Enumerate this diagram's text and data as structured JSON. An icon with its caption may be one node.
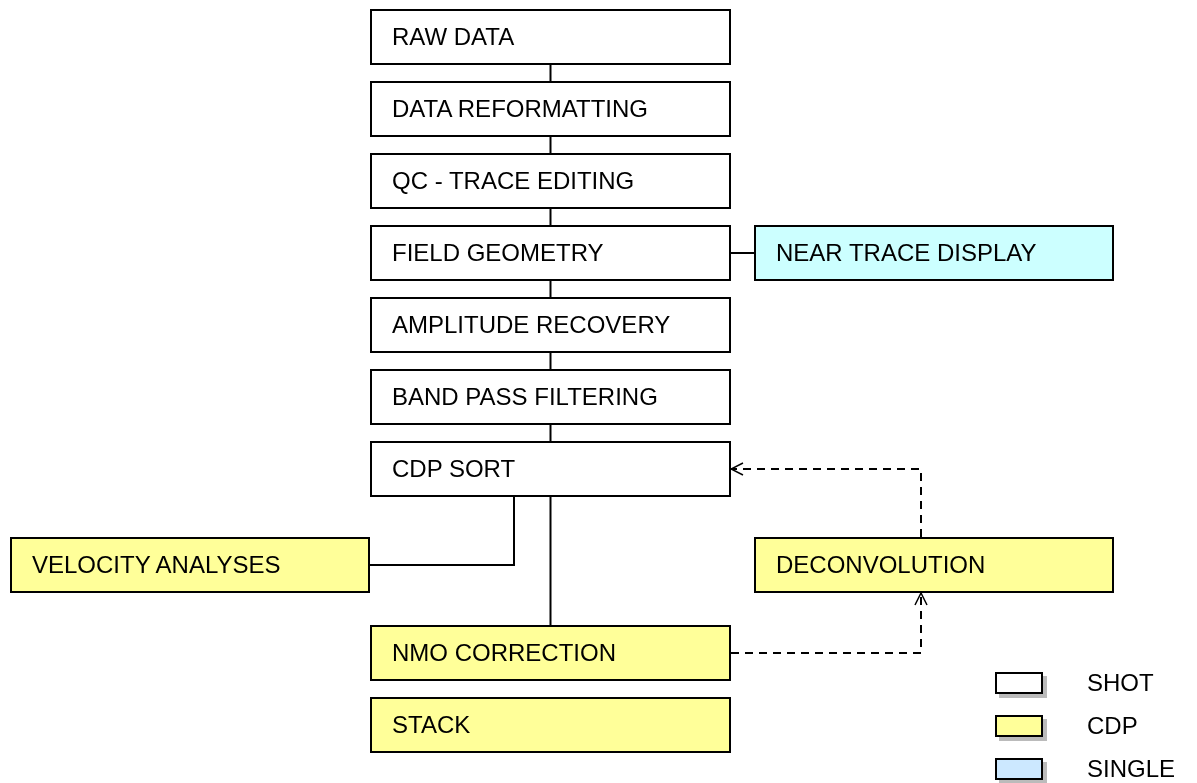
{
  "diagram": {
    "nodes": [
      {
        "text": [
          "RAW DATA"
        ]
      },
      {
        "text": [
          "DATA REFORMATTING"
        ]
      },
      {
        "text": [
          "QC - TRACE EDITING"
        ]
      },
      {
        "text": [
          "FIELD GEOMETRY"
        ]
      },
      {
        "text": [
          "NEAR TRACE DISPLAY"
        ]
      },
      {
        "text": [
          "AMPLITUDE RECOVERY"
        ]
      },
      {
        "text": [
          "BAND PASS FILTERING"
        ]
      },
      {
        "text": [
          "CDP SORT"
        ]
      },
      {
        "text": [
          "VELOCITY ANALYSES"
        ]
      },
      {
        "text": [
          "DECONVOLUTION"
        ]
      },
      {
        "text": [
          "NMO CORRECTION"
        ]
      },
      {
        "text": [
          "STACK"
        ]
      }
    ],
    "edges": [
      {
        "from": 0,
        "to": 1,
        "arrow": "none"
      },
      {
        "from": 1,
        "to": 2,
        "arrow": "none"
      },
      {
        "from": 2,
        "to": 3,
        "arrow": "none"
      },
      {
        "from": 3,
        "to": 4,
        "arrow": "none"
      },
      {
        "from": 3,
        "to": 5,
        "arrow": "none"
      },
      {
        "from": 5,
        "to": 6,
        "arrow": "none"
      },
      {
        "from": 6,
        "to": 7,
        "arrow": "none"
      },
      {
        "from": 7,
        "to": 8,
        "arrow": "none"
      },
      {
        "from": 7,
        "to": 10,
        "arrow": "none"
      },
      {
        "from": 10,
        "to": 9,
        "arrow": "to",
        "style": "dashed"
      },
      {
        "from": 9,
        "to": 7,
        "arrow": "to",
        "style": "dashed"
      }
    ],
    "legend": [
      {
        "text": "SHOT",
        "color": "#ffffff"
      },
      {
        "text": "CDP",
        "color": "#ffff99"
      },
      {
        "text": "SINGLE",
        "color": "#cce8ff"
      }
    ]
  }
}
